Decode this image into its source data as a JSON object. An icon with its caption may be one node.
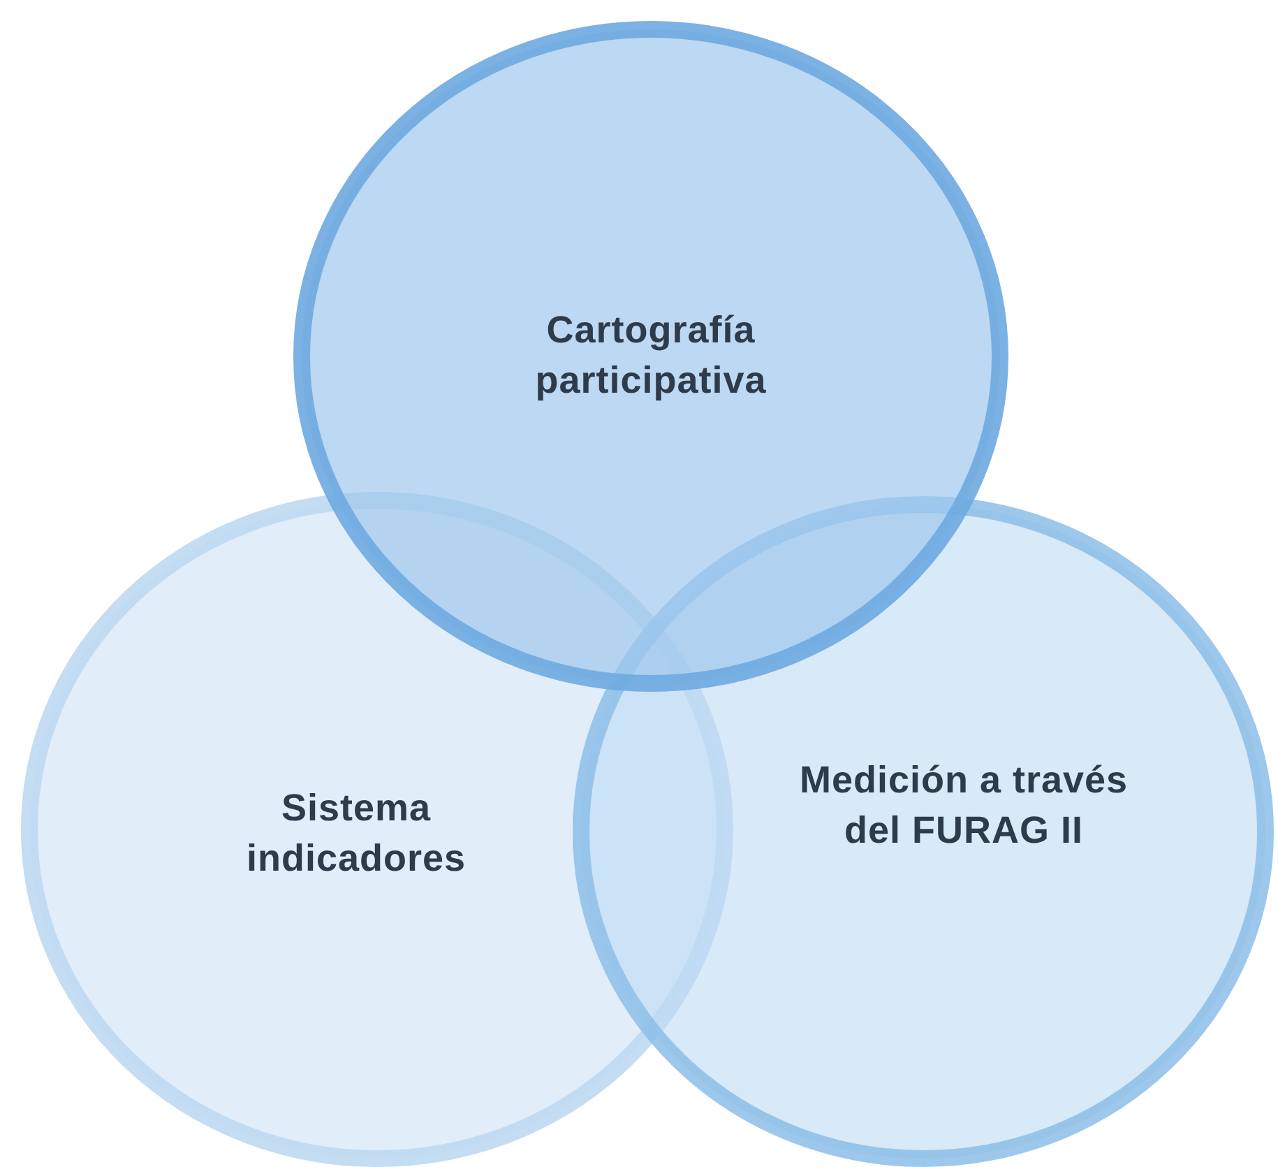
{
  "diagram": {
    "nodes": [
      {
        "text": [
          "Cartografía participativa"
        ]
      },
      {
        "text": [
          "Sistema indicadores"
        ]
      },
      {
        "text": [
          "Medición a través del FURAG II"
        ]
      }
    ]
  }
}
